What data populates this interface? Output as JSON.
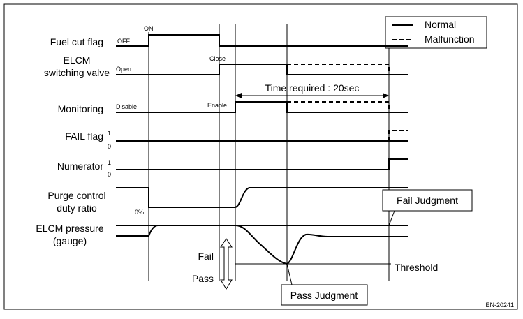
{
  "signals": {
    "fuel_cut": {
      "label": "Fuel cut flag",
      "off": "OFF",
      "on": "ON"
    },
    "elcm_valve": {
      "label_line1": "ELCM",
      "label_line2": "switching valve",
      "open": "Open",
      "close": "Close"
    },
    "monitoring": {
      "label": "Monitoring",
      "disable": "Disable",
      "enable": "Enable"
    },
    "fail_flag": {
      "label": "FAIL flag",
      "one": "1",
      "zero": "0"
    },
    "numerator": {
      "label": "Numerator",
      "one": "1",
      "zero": "0"
    },
    "purge": {
      "label_line1": "Purge control",
      "label_line2": "duty ratio",
      "zero_pct": "0%"
    },
    "elcm_pressure": {
      "label_line1": "ELCM pressure",
      "label_line2": "(gauge)"
    }
  },
  "legend": {
    "normal": "Normal",
    "malfunction": "Malfunction"
  },
  "annotations": {
    "time_required": "Time required : 20sec",
    "fail_judgment": "Fail Judgment",
    "pass_judgment": "Pass Judgment",
    "threshold": "Threshold",
    "fail": "Fail",
    "pass": "Pass"
  },
  "figure_ref": "EN-20241"
}
